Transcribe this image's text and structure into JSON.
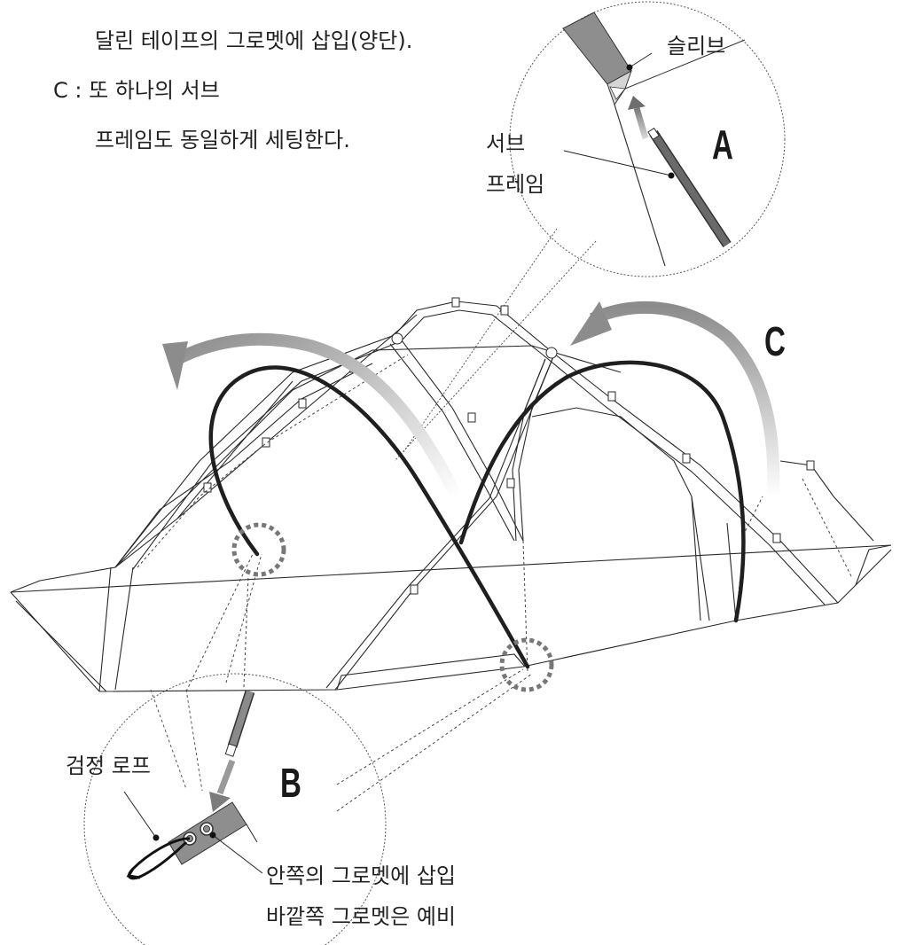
{
  "instructions": {
    "line1": "달린 테이프의 그로멧에 삽입(양단).",
    "line2": "C : 또 하나의 서브",
    "line3": "프레임도 동일하게 세팅한다."
  },
  "detail_a": {
    "letter": "A",
    "sleeve_label": "슬리브",
    "subframe_label_1": "서브",
    "subframe_label_2": "프레임"
  },
  "detail_b": {
    "letter": "B",
    "rope_label": "검정 로프",
    "inner_label": "안쪽의 그로멧에 삽입",
    "outer_label": "바깥쪽 그로멧은 예비"
  },
  "detail_c": {
    "letter": "C"
  },
  "colors": {
    "line": "#2a2a2a",
    "frame_bold": "#1f1f1f",
    "arrow_gray": "#8c8c8c",
    "marker_gray": "#777777",
    "sleeve_fill": "#8e8e8e"
  },
  "icons": [
    "arrow-left-curved",
    "arrow-right-curved",
    "insert-arrow",
    "dashed-circle-marker"
  ]
}
